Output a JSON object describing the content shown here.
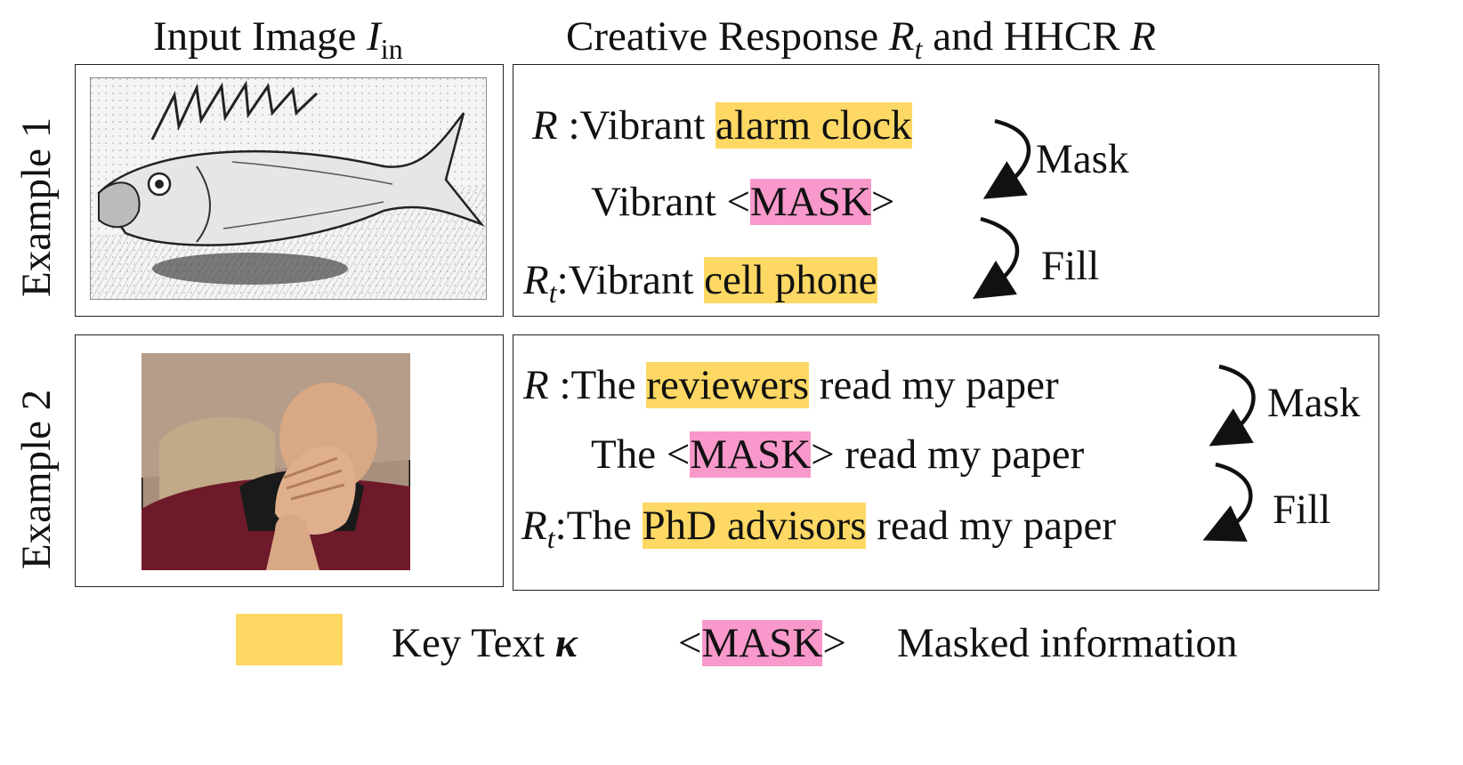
{
  "headers": {
    "input": {
      "text": "Input Image ",
      "var": "I",
      "sub": "in"
    },
    "response": {
      "text1": "Creative Response ",
      "var1": "R",
      "sub1": "t",
      "text2": " and HHCR ",
      "var2": "R"
    }
  },
  "examples": [
    {
      "label": "Example 1",
      "image_desc": "fish-sketch",
      "r_line": {
        "var": "R",
        "sep": " :",
        "pre": "Vibrant ",
        "key": "alarm clock",
        "post": ""
      },
      "mask_line": {
        "pre": "Vibrant ",
        "lt": "<",
        "mask": "MASK",
        "gt": ">",
        "post": ""
      },
      "rt_line": {
        "var": "R",
        "sub": "t",
        "sep": ":",
        "pre": "Vibrant ",
        "key": "cell phone",
        "post": ""
      },
      "mask_label": "Mask",
      "fill_label": "Fill"
    },
    {
      "label": "Example 2",
      "image_desc": "facepalm-photo",
      "r_line": {
        "var": "R",
        "sep": " :",
        "pre": "The ",
        "key": "reviewers",
        "post": " read my paper"
      },
      "mask_line": {
        "pre": "The ",
        "lt": "<",
        "mask": "MASK",
        "gt": ">",
        "post": " read my paper"
      },
      "rt_line": {
        "var": "R",
        "sub": "t",
        "sep": ":",
        "pre": "The ",
        "key": "PhD advisors",
        "post": " read my paper"
      },
      "mask_label": "Mask",
      "fill_label": "Fill"
    }
  ],
  "legend": {
    "key_text": "Key Text ",
    "key_var": "κ",
    "mask_lt": "<",
    "mask_word": "MASK",
    "mask_gt": ">",
    "mask_desc": "Masked information"
  },
  "colors": {
    "key_highlight": "#fdd864",
    "mask_highlight": "#f898cb"
  }
}
